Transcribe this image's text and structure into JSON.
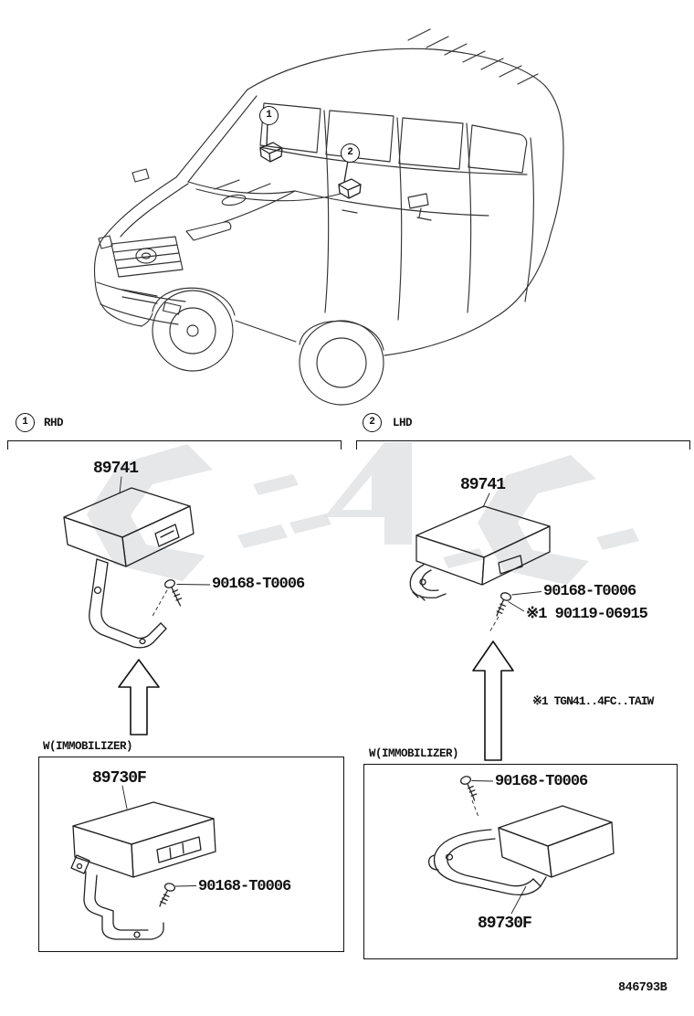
{
  "figure": {
    "code": "846793B"
  },
  "vehicle": {
    "callout_1": "1",
    "callout_2": "2"
  },
  "sections": {
    "rhd": {
      "num": "1",
      "side": "RHD",
      "part_upper": "89741",
      "screw": "90168-T0006",
      "box_title": "W(IMMOBILIZER)",
      "box_part": "89730F",
      "box_screw": "90168-T0006"
    },
    "lhd": {
      "num": "2",
      "side": "LHD",
      "part_upper": "89741",
      "screw": "90168-T0006",
      "screw_alt": "※1 90119-06915",
      "note": "※1 TGN41..4FC..TAIW",
      "box_title": "W(IMMOBILIZER)",
      "box_screw": "90168-T0006",
      "box_part": "89730F"
    }
  }
}
